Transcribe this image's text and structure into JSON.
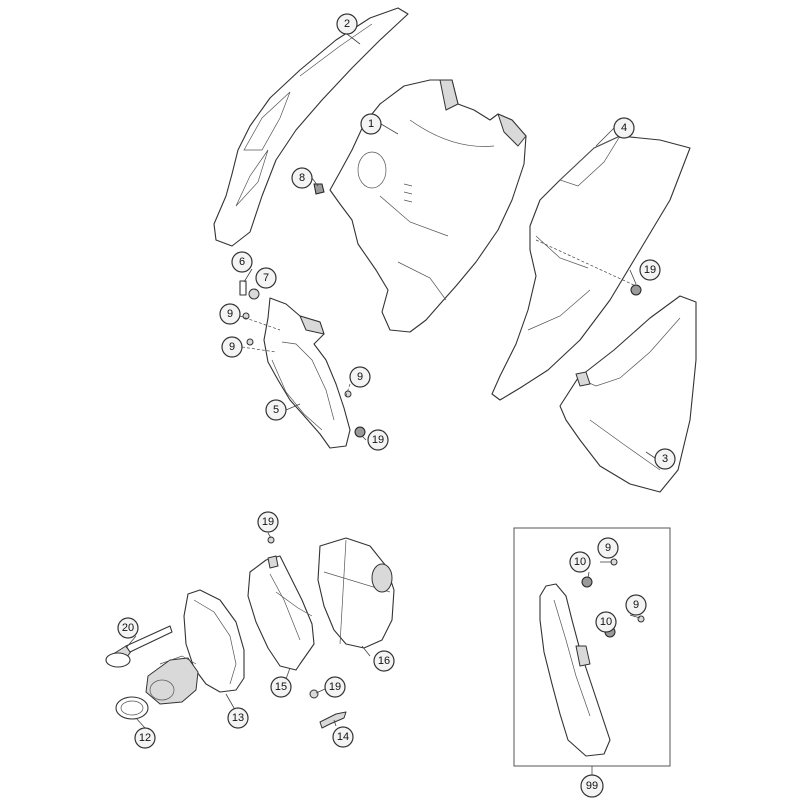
{
  "diagram": {
    "callouts": [
      {
        "id": "c2",
        "label": "2"
      },
      {
        "id": "c1",
        "label": "1"
      },
      {
        "id": "c4",
        "label": "4"
      },
      {
        "id": "c8",
        "label": "8"
      },
      {
        "id": "c6",
        "label": "6"
      },
      {
        "id": "c7",
        "label": "7"
      },
      {
        "id": "c9a",
        "label": "9"
      },
      {
        "id": "c9b",
        "label": "9"
      },
      {
        "id": "c9c",
        "label": "9"
      },
      {
        "id": "c5",
        "label": "5"
      },
      {
        "id": "c19a",
        "label": "19"
      },
      {
        "id": "c19b",
        "label": "19"
      },
      {
        "id": "c3",
        "label": "3"
      },
      {
        "id": "c19c",
        "label": "19"
      },
      {
        "id": "c10a",
        "label": "10"
      },
      {
        "id": "c9d",
        "label": "9"
      },
      {
        "id": "c10b",
        "label": "10"
      },
      {
        "id": "c9e",
        "label": "9"
      },
      {
        "id": "c20",
        "label": "20"
      },
      {
        "id": "c16",
        "label": "16"
      },
      {
        "id": "c15",
        "label": "15"
      },
      {
        "id": "c19d",
        "label": "19"
      },
      {
        "id": "c13",
        "label": "13"
      },
      {
        "id": "c12",
        "label": "12"
      },
      {
        "id": "c14",
        "label": "14"
      },
      {
        "id": "c99",
        "label": "99"
      }
    ]
  }
}
